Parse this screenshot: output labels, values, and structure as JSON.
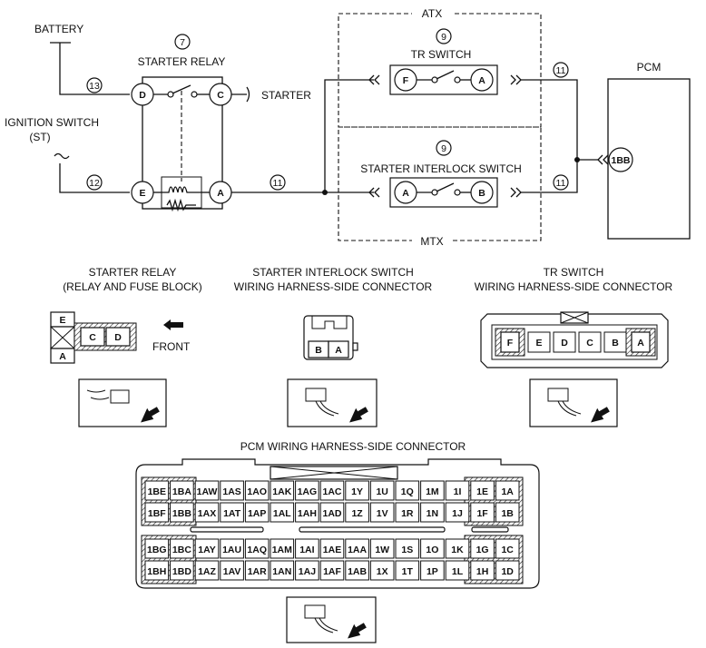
{
  "schematic": {
    "battery": "BATTERY",
    "ignition_switch": "IGNITION SWITCH",
    "ignition_st": "(ST)",
    "starter_relay_num": "7",
    "starter_relay": "STARTER RELAY",
    "starter": "STARTER",
    "atx": "ATX",
    "mtx": "MTX",
    "tr_switch_num": "9",
    "tr_switch": "TR SWITCH",
    "interlock_num": "9",
    "interlock_switch": "STARTER INTERLOCK SWITCH",
    "pcm": "PCM",
    "pcm_pin": "1BB",
    "wire_13": "13",
    "wire_12": "12",
    "wire_11a": "11",
    "wire_11b": "11",
    "wire_11c": "11",
    "relay_pins": {
      "d": "D",
      "c": "C",
      "e": "E",
      "a": "A"
    },
    "tr_pins": {
      "f": "F",
      "a": "A"
    },
    "interlock_pins": {
      "a": "A",
      "b": "B"
    }
  },
  "connectors": {
    "relay": {
      "title1": "STARTER RELAY",
      "title2": "(RELAY AND FUSE BLOCK)",
      "front": "FRONT",
      "pins": [
        "E",
        "A",
        "C",
        "D"
      ]
    },
    "interlock": {
      "title1": "STARTER INTERLOCK SWITCH",
      "title2": "WIRING HARNESS-SIDE CONNECTOR",
      "pins": [
        "B",
        "A"
      ]
    },
    "tr": {
      "title1": "TR SWITCH",
      "title2": "WIRING HARNESS-SIDE CONNECTOR",
      "pins": [
        "F",
        "E",
        "D",
        "C",
        "B",
        "A"
      ]
    },
    "pcm": {
      "title": "PCM WIRING HARNESS-SIDE CONNECTOR",
      "upper_rows": [
        [
          "1BE",
          "1BA",
          "1AW",
          "1AS",
          "1AO",
          "1AK",
          "1AG",
          "1AC",
          "1Y",
          "1U",
          "1Q",
          "1M",
          "1I",
          "1E",
          "1A"
        ],
        [
          "1BF",
          "1BB",
          "1AX",
          "1AT",
          "1AP",
          "1AL",
          "1AH",
          "1AD",
          "1Z",
          "1V",
          "1R",
          "1N",
          "1J",
          "1F",
          "1B"
        ]
      ],
      "lower_rows": [
        [
          "1BG",
          "1BC",
          "1AY",
          "1AU",
          "1AQ",
          "1AM",
          "1AI",
          "1AE",
          "1AA",
          "1W",
          "1S",
          "1O",
          "1K",
          "1G",
          "1C"
        ],
        [
          "1BH",
          "1BD",
          "1AZ",
          "1AV",
          "1AR",
          "1AN",
          "1AJ",
          "1AF",
          "1AB",
          "1X",
          "1T",
          "1P",
          "1L",
          "1H",
          "1D"
        ]
      ]
    }
  }
}
